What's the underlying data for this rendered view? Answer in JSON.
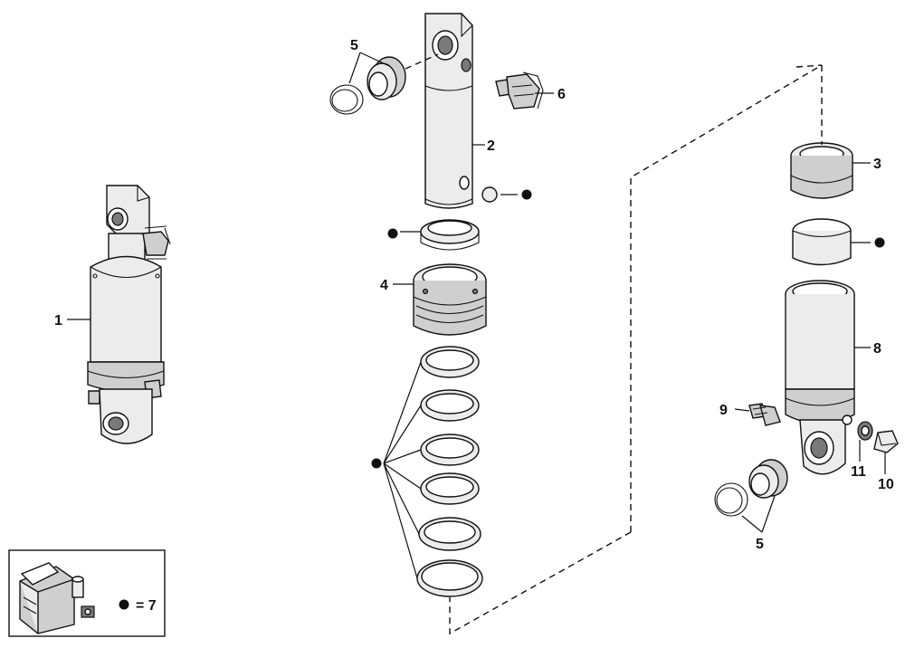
{
  "callouts": {
    "c1": "1",
    "c2": "2",
    "c3": "3",
    "c4": "4",
    "c5_top": "5",
    "c5_bottom": "5",
    "c6": "6",
    "c8": "8",
    "c9": "9",
    "c10": "10",
    "c11": "11"
  },
  "kit_legend": {
    "text": "= 7"
  },
  "colors": {
    "line": "#111111",
    "part_fill": "#cfcfcf",
    "background": "#ffffff"
  }
}
